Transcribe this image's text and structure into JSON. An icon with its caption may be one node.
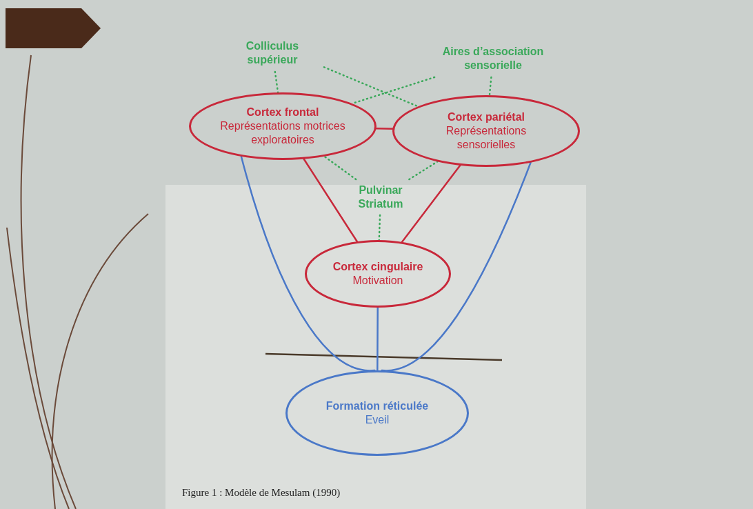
{
  "diagram": {
    "caption": "Figure 1 : Modèle de Mesulam (1990)",
    "nodes": [
      {
        "text": [
          "Colliculus supérieur"
        ]
      },
      {
        "text": [
          "Aires d’association sensorielle"
        ]
      },
      {
        "text": [
          "Cortex frontal",
          "Représentations motrices exploratoires"
        ]
      },
      {
        "text": [
          "Cortex pariétal",
          "Représentations sensorielles"
        ]
      },
      {
        "text": [
          "Pulvinar Striatum"
        ]
      },
      {
        "text": [
          "Cortex cingulaire",
          "Motivation"
        ]
      },
      {
        "text": [
          "Formation réticulée",
          "Eveil"
        ]
      }
    ],
    "edges": [
      {
        "from": 0,
        "to": 2,
        "arrow": "none",
        "style": "dashed",
        "color": "#3aa85a"
      },
      {
        "from": 0,
        "to": 3,
        "arrow": "none",
        "style": "dashed",
        "color": "#3aa85a"
      },
      {
        "from": 1,
        "to": 2,
        "arrow": "none",
        "style": "dashed",
        "color": "#3aa85a"
      },
      {
        "from": 1,
        "to": 3,
        "arrow": "none",
        "style": "dashed",
        "color": "#3aa85a"
      },
      {
        "from": 4,
        "to": 2,
        "arrow": "none",
        "style": "dashed",
        "color": "#3aa85a"
      },
      {
        "from": 4,
        "to": 3,
        "arrow": "none",
        "style": "dashed",
        "color": "#3aa85a"
      },
      {
        "from": 4,
        "to": 5,
        "arrow": "none",
        "style": "dashed",
        "color": "#3aa85a"
      },
      {
        "from": 2,
        "to": 3,
        "arrow": "none",
        "color": "#c8283a"
      },
      {
        "from": 2,
        "to": 5,
        "arrow": "none",
        "color": "#c8283a"
      },
      {
        "from": 3,
        "to": 5,
        "arrow": "none",
        "color": "#c8283a"
      },
      {
        "from": 2,
        "to": 6,
        "arrow": "none",
        "color": "#4a78c8"
      },
      {
        "from": 3,
        "to": 6,
        "arrow": "none",
        "color": "#4a78c8"
      },
      {
        "from": 5,
        "to": 6,
        "arrow": "none",
        "color": "#4a78c8"
      }
    ]
  }
}
